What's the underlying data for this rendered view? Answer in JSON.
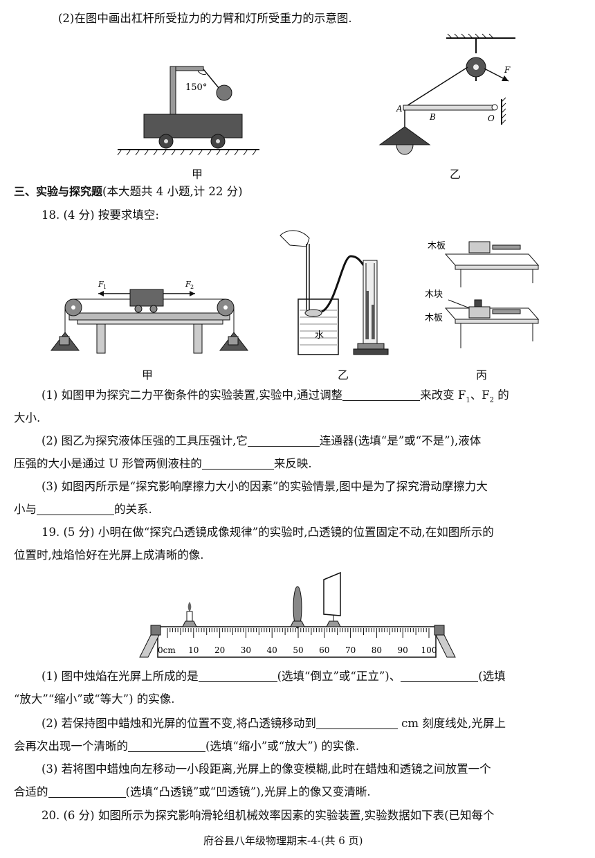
{
  "q17_2": "(2)在图中画出杠杆所受拉力的力臂和灯所受重力的示意图.",
  "fig_jia_angle": "150°",
  "fig_yi_labels": {
    "A": "A",
    "B": "B",
    "O": "O",
    "F": "F"
  },
  "cap_jia": "甲",
  "cap_yi": "乙",
  "section3_title": "三、实验与探究题",
  "section3_note": "(本大题共 4 小题,计 22 分)",
  "q18_head": "18. (4 分) 按要求填空:",
  "fig18": {
    "F1": "F",
    "F1_sub": "1",
    "F2": "F",
    "F2_sub": "2",
    "water": "水",
    "muban1": "木板",
    "mukuai": "木块",
    "muban2": "木板"
  },
  "cap18": [
    "甲",
    "乙",
    "丙"
  ],
  "q18_1a": "(1) 如图甲为探究二力平衡条件的实验装置,实验中,通过调整",
  "q18_1b": "来改变 F",
  "q18_1c": "、F",
  "q18_1d": " 的",
  "q18_1e": "大小.",
  "q18_2a": "(2) 图乙为探究液体压强的工具压强计,它",
  "q18_2b": "连通器(选填“是”或“不是”),液体",
  "q18_2c": "压强的大小是通过 U 形管两侧液柱的",
  "q18_2d": "来反映.",
  "q18_3a": "(3) 如图丙所示是“探究影响摩擦力大小的因素”的实验情景,图中是为了探究滑动摩擦力大",
  "q18_3b": "小与",
  "q18_3c": "的关系.",
  "q19_a": "19. (5 分) 小明在做“探究凸透镜成像规律”的实验时,凸透镜的位置固定不动,在如图所示的",
  "q19_b": "位置时,烛焰恰好在光屏上成清晰的像.",
  "ruler_labels": [
    "0cm",
    "10",
    "20",
    "30",
    "40",
    "50",
    "60",
    "70",
    "80",
    "90",
    "100"
  ],
  "q19_1a": "(1) 图中烛焰在光屏上所成的是",
  "q19_1b": "(选填“倒立”或“正立”)、",
  "q19_1c": "(选填",
  "q19_1d": "“放大”“缩小”或“等大”) 的实像.",
  "q19_2a": "(2) 若保持图中蜡烛和光屏的位置不变,将凸透镜移动到",
  "q19_2b": " cm 刻度线处,光屏上",
  "q19_2c": "会再次出现一个清晰的",
  "q19_2d": "(选填“缩小”或“放大”) 的实像.",
  "q19_3a": "(3) 若将图中蜡烛向左移动一小段距离,光屏上的像变模糊,此时在蜡烛和透镜之间放置一个",
  "q19_3b": "合适的",
  "q19_3c": "(选填“凸透镜”或“凹透镜”),光屏上的像又变清晰.",
  "q20_a": "20. (6 分) 如图所示为探究影响滑轮组机械效率因素的实验装置,实验数据如下表(已知每个",
  "footer": "府谷县八年级物理期末-4-(共 6 页)"
}
